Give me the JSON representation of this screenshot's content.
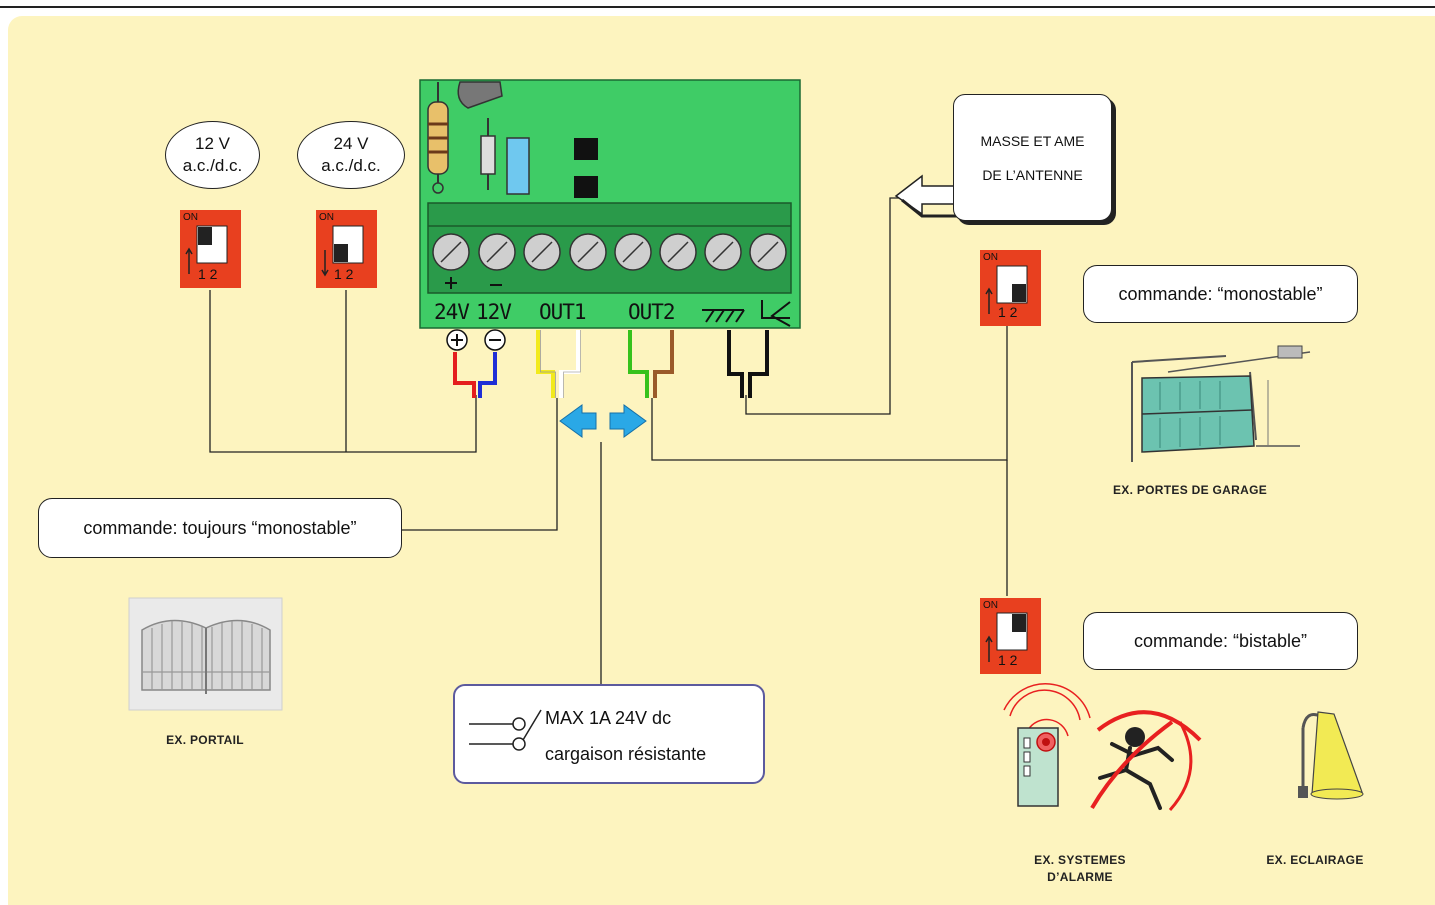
{
  "supply": {
    "v12": {
      "line1": "12 V",
      "line2": "a.c./d.c."
    },
    "v24": {
      "line1": "24 V",
      "line2": "a.c./d.c."
    }
  },
  "dip_label": "ON",
  "dip_numbers": "1 2",
  "terminals": {
    "t24": "24V",
    "t12": "12V",
    "out1": "OUT1",
    "out2": "OUT2"
  },
  "antenna_label": {
    "line1": "MASSE ET AME",
    "line2": "DE L’ANTENNE"
  },
  "commands": {
    "monostable": "commande: “monostable”",
    "bistable": "commande: “bistable”",
    "toujours": "commande: toujours “monostable”"
  },
  "relay": {
    "line1": "MAX 1A 24V dc",
    "line2": "cargaison résistante"
  },
  "captions": {
    "portail": "EX. PORTAIL",
    "garage": "EX. PORTES DE GARAGE",
    "alarme1": "EX. SYSTEMES",
    "alarme2": "D’ALARME",
    "eclairage": "EX. ECLAIRAGE"
  },
  "colors": {
    "panel": "#fdf4bf",
    "board": "#3fcc66",
    "dip": "#e8401f",
    "wire_red": "#e41e1e",
    "wire_blue": "#1f2fd6",
    "wire_yellow": "#f2ea1c",
    "wire_green": "#36c21c",
    "wire_brown": "#9a5a2a",
    "arrow": "#2aa8e6",
    "relay_border": "#5c5a9e"
  }
}
